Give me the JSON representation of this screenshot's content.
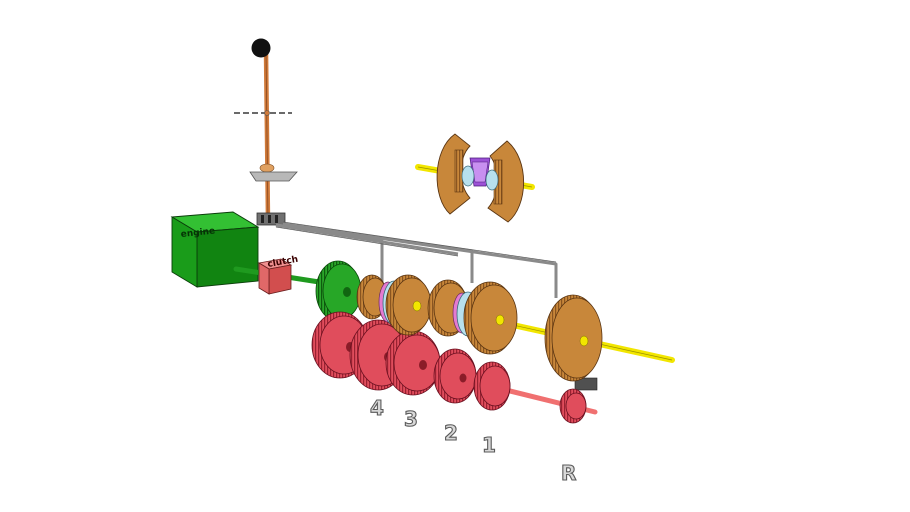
{
  "labels": {
    "engine": "engine",
    "clutch": "clutch",
    "gear_4": "4",
    "gear_3": "3",
    "gear_2": "2",
    "gear_1": "1",
    "gear_r": "R"
  },
  "colors": {
    "engine": "#1a9c1a",
    "clutch": "#e86060",
    "main_shaft": "#f2e600",
    "counter_shaft": "#f07070",
    "input_shaft": "#1f9a1f",
    "driven_gear": "#c8873a",
    "counter_gear": "#e04d5c",
    "synchro": "#b7e0ee",
    "synchro_pink": "#e47bd0",
    "shift_rod": "#8a8a8a",
    "lever": "#d07a3a",
    "knob": "#111111"
  }
}
